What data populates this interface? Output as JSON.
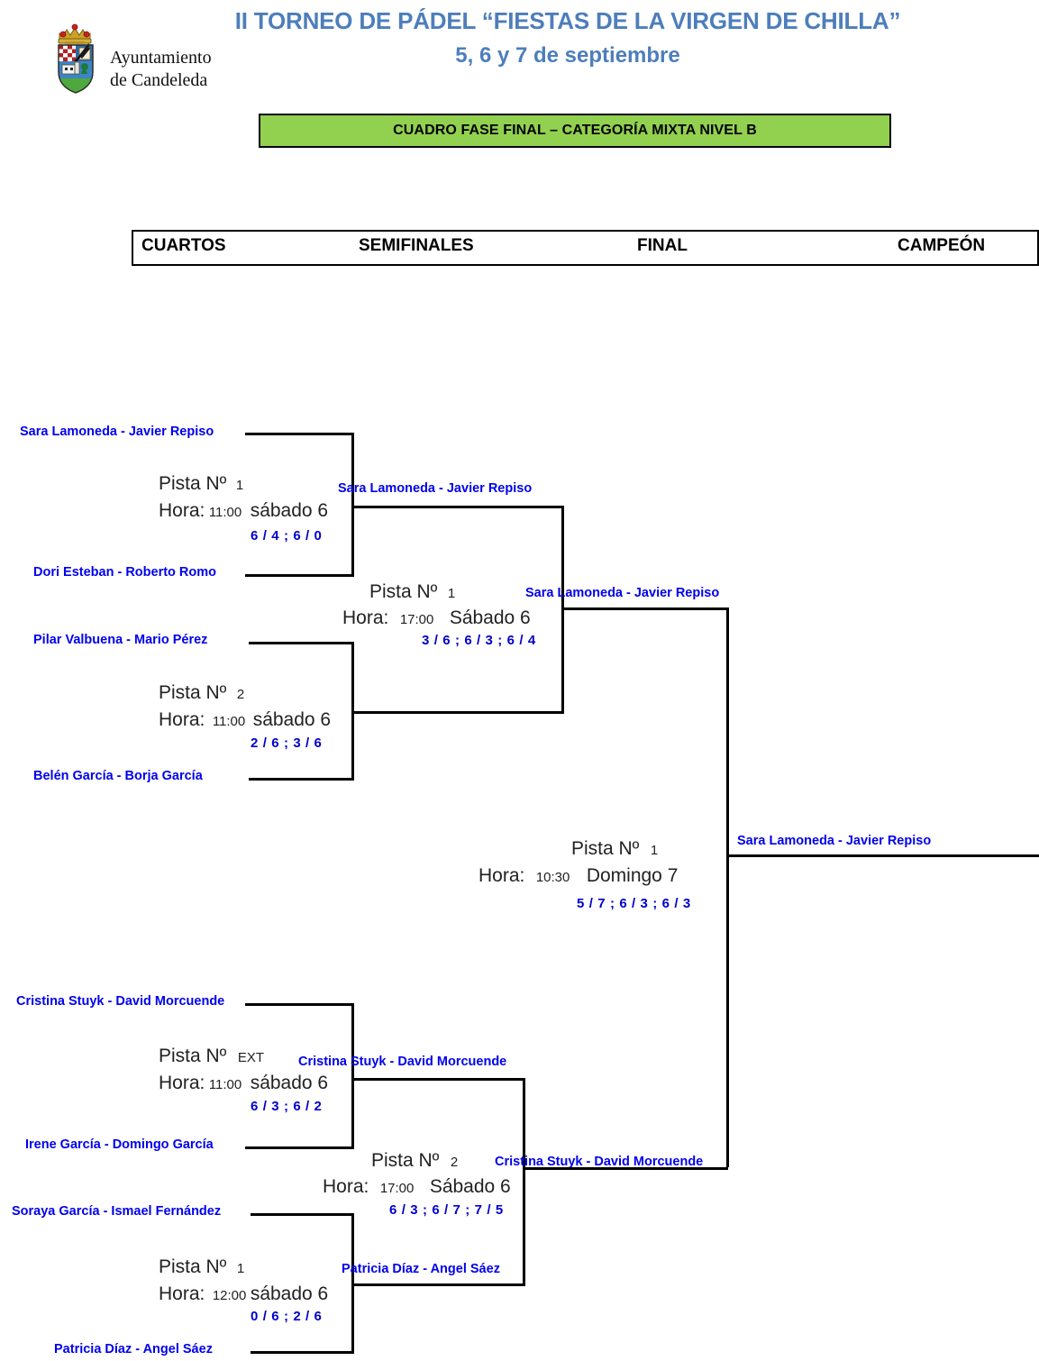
{
  "header": {
    "municipality_line1": "Ayuntamiento",
    "municipality_line2": "de Candeleda",
    "title": "II TORNEO DE PÁDEL “FIESTAS DE LA VIRGEN DE CHILLA”",
    "subtitle": "5, 6 y 7 de septiembre",
    "category_bar": "CUADRO FASE FINAL – CATEGORÍA MIXTA NIVEL B",
    "title_color": "#4d7ebb",
    "category_bar_color": "#92d14f"
  },
  "rounds": [
    {
      "label": "CUARTOS"
    },
    {
      "label": "SEMIFINALES"
    },
    {
      "label": "FINAL"
    },
    {
      "label": "CAMPEÓN"
    }
  ],
  "labels": {
    "pista": "Pista Nº",
    "hora": "Hora:"
  },
  "quarterfinals": [
    {
      "top_team": "Sara Lamoneda - Javier Repiso",
      "bottom_team": "Dori Esteban - Roberto Romo",
      "court": "1",
      "time": "11:00",
      "day": "sábado 6",
      "score": "6 / 4 ; 6 / 0",
      "winner": "Sara Lamoneda - Javier Repiso"
    },
    {
      "top_team": "Pilar Valbuena - Mario Pérez",
      "bottom_team": "Belén García - Borja García",
      "court": "2",
      "time": "11:00",
      "day": "sábado 6",
      "score": "2 / 6 ; 3 / 6",
      "winner": "Belén García - Borja García"
    },
    {
      "top_team": "Cristina Stuyk - David Morcuende",
      "bottom_team": "Irene García - Domingo García",
      "court": "EXT",
      "time": "11:00",
      "day": "sábado 6",
      "score": "6 / 3 ; 6 / 2",
      "winner": "Cristina Stuyk - David Morcuende"
    },
    {
      "top_team": "Soraya García - Ismael Fernández",
      "bottom_team": "Patricia Díaz - Angel Sáez",
      "court": "1",
      "time": "12:00",
      "day": "sábado 6",
      "score": "0 / 6 ; 2 / 6",
      "winner": "Patricia Díaz - Angel Sáez"
    }
  ],
  "semifinals": [
    {
      "top_team": "Sara Lamoneda - Javier Repiso",
      "court": "1",
      "time": "17:00",
      "day": "Sábado 6",
      "score": "3 / 6 ; 6 / 3 ; 6 / 4",
      "winner": "Sara Lamoneda - Javier Repiso"
    },
    {
      "top_team": "Cristina Stuyk - David Morcuende",
      "bottom_team": "Patricia Díaz - Angel Sáez",
      "court": "2",
      "time": "17:00",
      "day": "Sábado 6",
      "score": "6 / 3 ; 6 / 7 ; 7 / 5",
      "winner": "Cristina Stuyk - David Morcuende"
    }
  ],
  "final": {
    "court": "1",
    "time": "10:30",
    "day": "Domingo 7",
    "score": "5 / 7 ; 6 / 3 ; 6 / 3",
    "winner": "Sara Lamoneda - Javier Repiso"
  },
  "champion": {
    "name": "Sara Lamoneda - Javier Repiso"
  }
}
